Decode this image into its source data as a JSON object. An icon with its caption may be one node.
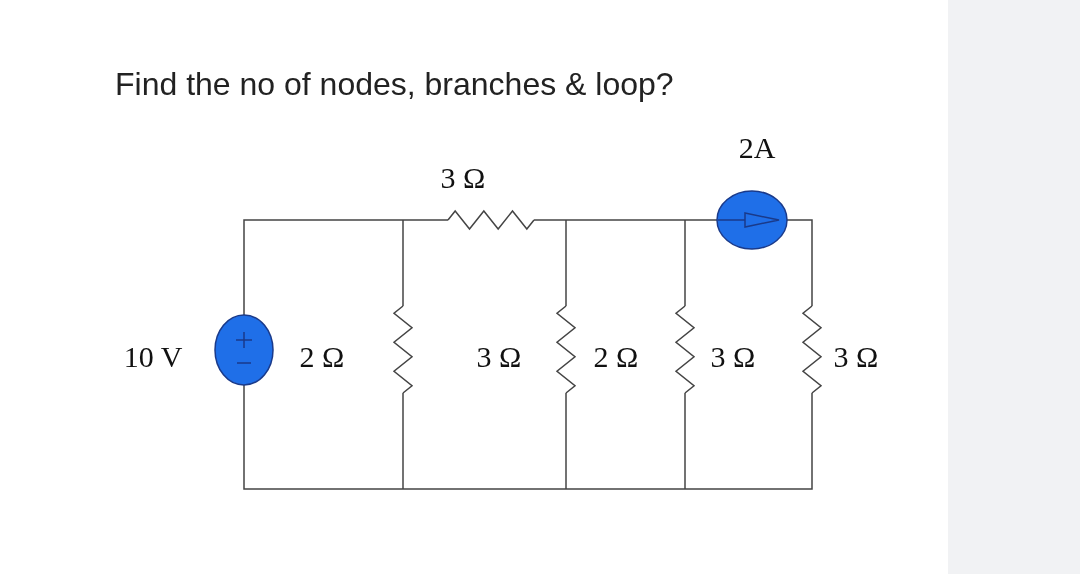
{
  "diagram": {
    "title": "Find the no of nodes, branches & loop?",
    "labels": [
      "2A",
      "3 Ω",
      "10 V",
      "2 Ω",
      "3 Ω",
      "2 Ω",
      "3 Ω",
      "3 Ω"
    ]
  }
}
